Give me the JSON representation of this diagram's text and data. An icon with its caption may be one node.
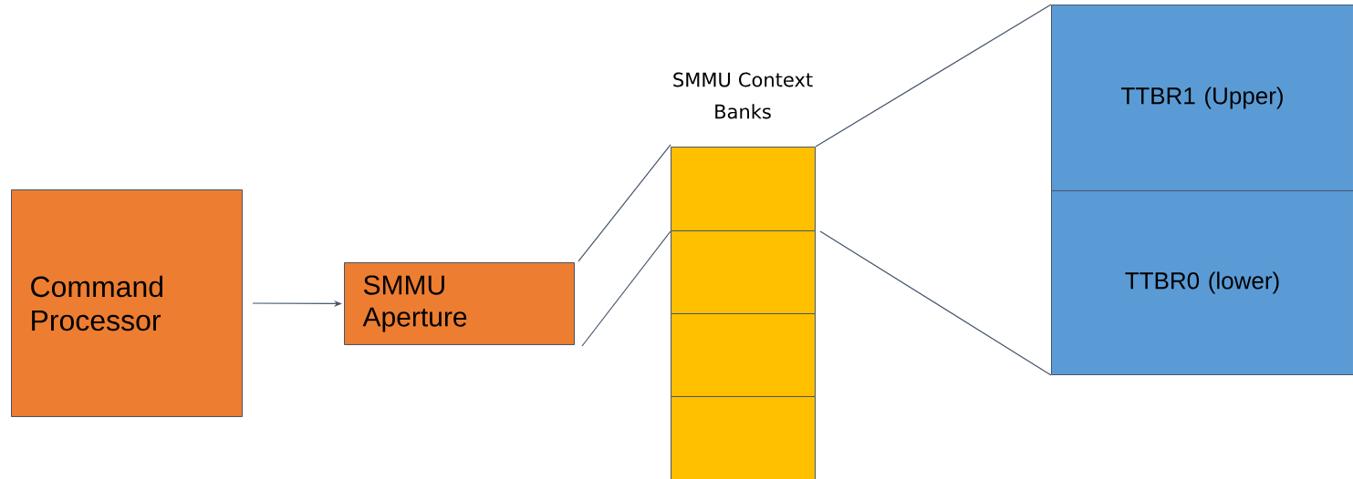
{
  "diagram": {
    "nodes": [
      {
        "text": [
          "Command Processor"
        ]
      },
      {
        "text": [
          "SMMU Aperture"
        ]
      },
      {
        "text": [],
        "shape": "box"
      },
      {
        "text": [],
        "shape": "box"
      },
      {
        "text": [],
        "shape": "box"
      },
      {
        "text": [],
        "shape": "box"
      },
      {
        "text": [
          "TTBR1 (Upper)"
        ]
      },
      {
        "text": [
          "TTBR0 (lower)"
        ]
      }
    ],
    "edges": [
      {
        "from": 0,
        "to": 1,
        "arrow": "to"
      },
      {
        "from": 1,
        "to": 2,
        "arrow": "none"
      },
      {
        "from": 1,
        "to": 2,
        "arrow": "none"
      },
      {
        "from": 2,
        "to": 6,
        "arrow": "none"
      },
      {
        "from": 2,
        "to": 7,
        "arrow": "none"
      }
    ],
    "labels": [
      "SMMU Context Banks"
    ]
  }
}
